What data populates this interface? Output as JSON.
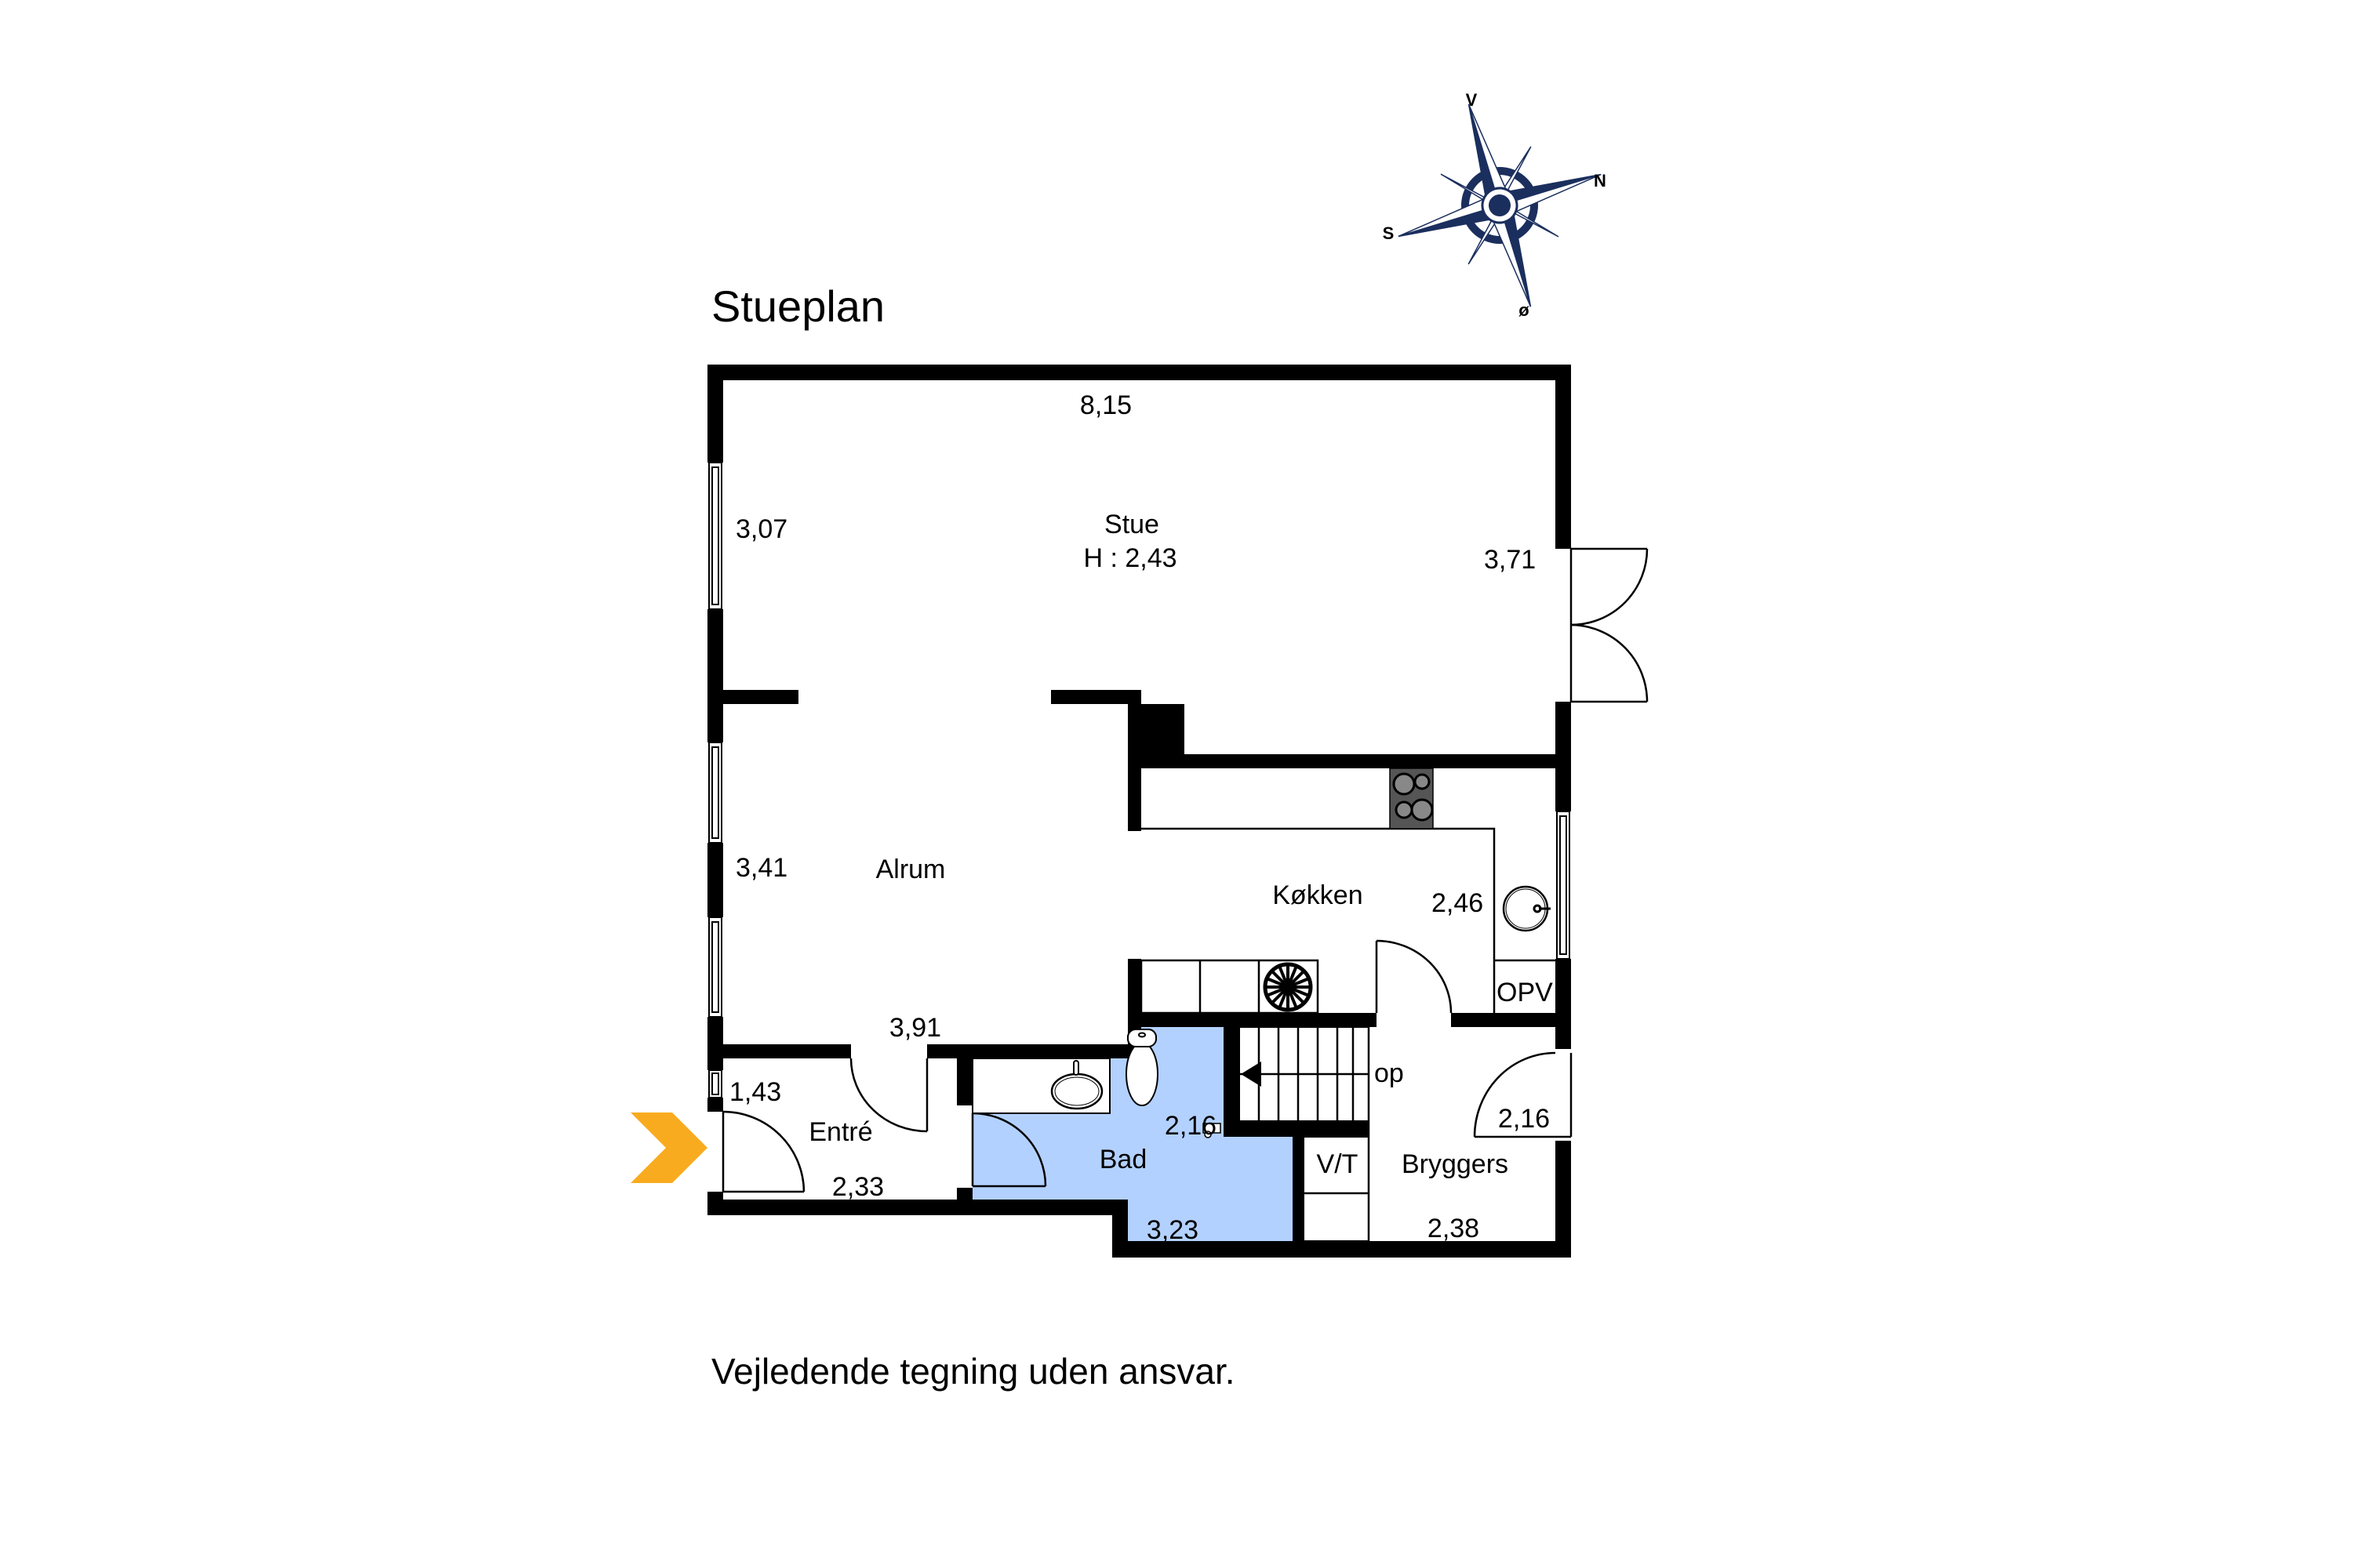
{
  "header": {
    "title": "Stueplan"
  },
  "footer": {
    "disclaimer": "Vejledende tegning uden ansvar."
  },
  "compass": {
    "labels": {
      "top": "V",
      "right": "N",
      "left": "S",
      "bottom": "ø"
    },
    "color": "#1b2f5e"
  },
  "colors": {
    "wall": "#000000",
    "bathroom_fill": "#b3d1ff",
    "entrance_arrow": "#f9ab1f",
    "stove": "#555555",
    "burner": "#888888"
  },
  "rooms": {
    "stue": {
      "name": "Stue",
      "height": "H : 2,43",
      "dim_top": "8,15",
      "dim_left": "3,07",
      "dim_right": "3,71"
    },
    "alrum": {
      "name": "Alrum",
      "dim_left": "3,41",
      "dim_bottom": "3,91"
    },
    "kokken": {
      "name": "Køkken",
      "dim_right": "2,46"
    },
    "entre": {
      "name": "Entré",
      "dim_left": "1,43",
      "dim_bottom": "2,33"
    },
    "bad": {
      "name": "Bad",
      "dim_top": "2,16",
      "dim_bottom": "3,23"
    },
    "bryggers": {
      "name": "Bryggers",
      "dim_right": "2,16",
      "dim_bottom": "2,38"
    },
    "vt": {
      "name": "V/T"
    },
    "opv": {
      "name": "OPV"
    },
    "stairs": {
      "label": "op"
    }
  }
}
